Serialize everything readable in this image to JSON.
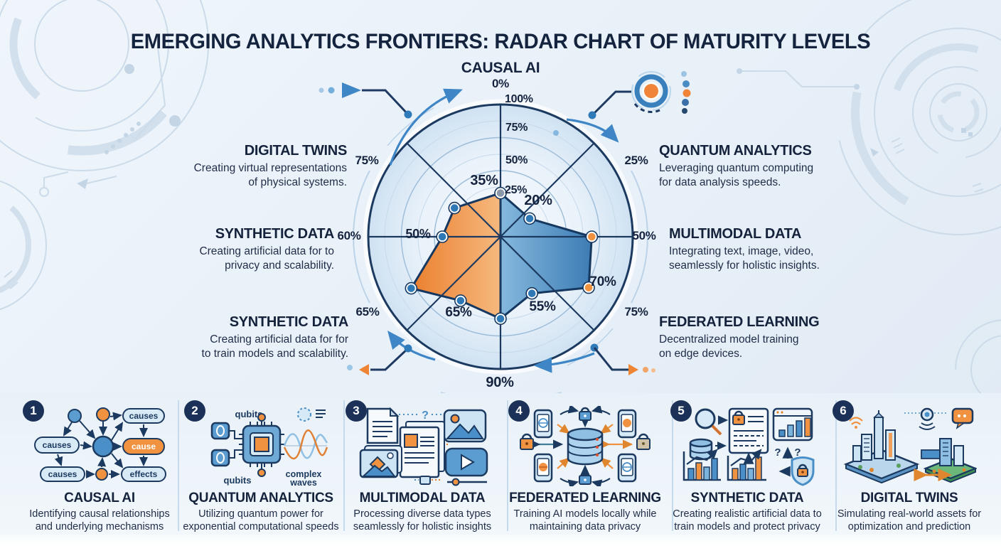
{
  "title": "EMERGING ANALYTICS FRONTIERS: RADAR CHART OF MATURITY LEVELS",
  "colors": {
    "navy": "#1c3a60",
    "blue": "#3e86c6",
    "orange": "#f0923f",
    "ring": "#9cbcd8",
    "decor": "#ccdbe9"
  },
  "chart_data": {
    "type": "radar",
    "title": "Radar chart of maturity levels",
    "scale_unit": "%",
    "scale": {
      "min": 0,
      "max": 100,
      "rings": [
        25,
        50,
        75,
        100
      ]
    },
    "top_category": "CAUSAL AI",
    "ring_ticks": {
      "t100": "100%",
      "t75": "75%",
      "t50": "50%",
      "t25": "25%"
    },
    "spoke_outer_labels": {
      "top": "0%",
      "upper_right": "25%",
      "right": "50%",
      "lower_right": "75%",
      "bottom": "90%",
      "lower_left": "65%",
      "left": "60%",
      "upper_left": "75%"
    },
    "value_labels": {
      "v35": "35%",
      "v20": "20%",
      "v50_left": "50%",
      "v70": "70%",
      "v55": "55%",
      "v65": "65%"
    },
    "series": [
      {
        "name": "right-half-blue",
        "stroke": "#16375f",
        "points": [
          {
            "angle": 0,
            "value": 33,
            "dot": "gray"
          },
          {
            "angle": 58,
            "value": 26,
            "dot": "blue"
          },
          {
            "angle": 90,
            "value": 69,
            "dot": "orange"
          },
          {
            "angle": 120,
            "value": 77,
            "dot": "orange"
          },
          {
            "angle": 151,
            "value": 49,
            "dot": "blue"
          },
          {
            "angle": 180,
            "value": 62,
            "dot": "blue"
          }
        ]
      },
      {
        "name": "left-half-orange",
        "stroke": "#16375f",
        "points": [
          {
            "angle": 0,
            "value": 33
          },
          {
            "angle": -58,
            "value": 41,
            "dot": "blue"
          },
          {
            "angle": -90,
            "value": 44,
            "dot": "blue"
          },
          {
            "angle": -120,
            "value": 78,
            "dot": "blue"
          },
          {
            "angle": -148,
            "value": 57,
            "dot": "blue"
          },
          {
            "angle": -180,
            "value": 62
          }
        ]
      }
    ]
  },
  "side_labels": {
    "digital_twins": {
      "title": "DIGITAL TWINS",
      "desc": "Creating virtual representations\nof physical systems."
    },
    "quantum": {
      "title": "QUANTUM ANALYTICS",
      "desc": "Leveraging quantum computing\nfor data analysis speeds."
    },
    "synthetic_left": {
      "title": "SYNTHETIC DATA",
      "desc": "Creating artificial data for to\nprivacy and scalability."
    },
    "multimodal": {
      "title": "MULTIMODAL DATA",
      "desc": "Integrating text, image, video,\nseamlessly for holistic insights."
    },
    "synthetic_lower": {
      "title": "SYNTHETIC DATA",
      "desc": "Creating artificial data for for\nto train models and scalability."
    },
    "federated": {
      "title": "FEDERATED LEARNING",
      "desc": "Decentralized model training\non edge devices."
    }
  },
  "bottom_items": [
    {
      "num": "1",
      "title": "CAUSAL AI",
      "desc": "Identifying causal relationships\nand underlying mechanisms",
      "icon_labels": {
        "causes1": "causes",
        "causes2": "causes",
        "causes3": "causes",
        "cause": "cause",
        "effects": "effects"
      }
    },
    {
      "num": "2",
      "title": "QUANTUM ANALYTICS",
      "desc": "Utilizing quantum power for\nexponential computational speeds",
      "icon_labels": {
        "qubits_top": "qubits",
        "qubits_bottom": "qubits",
        "waves1": "complex",
        "waves2": "waves"
      }
    },
    {
      "num": "3",
      "title": "MULTIMODAL DATA",
      "desc": "Processing diverse data types\nseamlessly for holistic insights",
      "icon_labels": {
        "q": "?"
      }
    },
    {
      "num": "4",
      "title": "FEDERATED LEARNING",
      "desc": "Training AI models locally while\nmaintaining data privacy"
    },
    {
      "num": "5",
      "title": "SYNTHETIC DATA",
      "desc": "Creating realistic artificial data to\ntrain models and protect privacy",
      "icon_labels": {
        "q1": "?",
        "q2": "?"
      }
    },
    {
      "num": "6",
      "title": "DIGITAL TWINS",
      "desc": "Simulating real-world assets for\noptimization and prediction"
    }
  ]
}
